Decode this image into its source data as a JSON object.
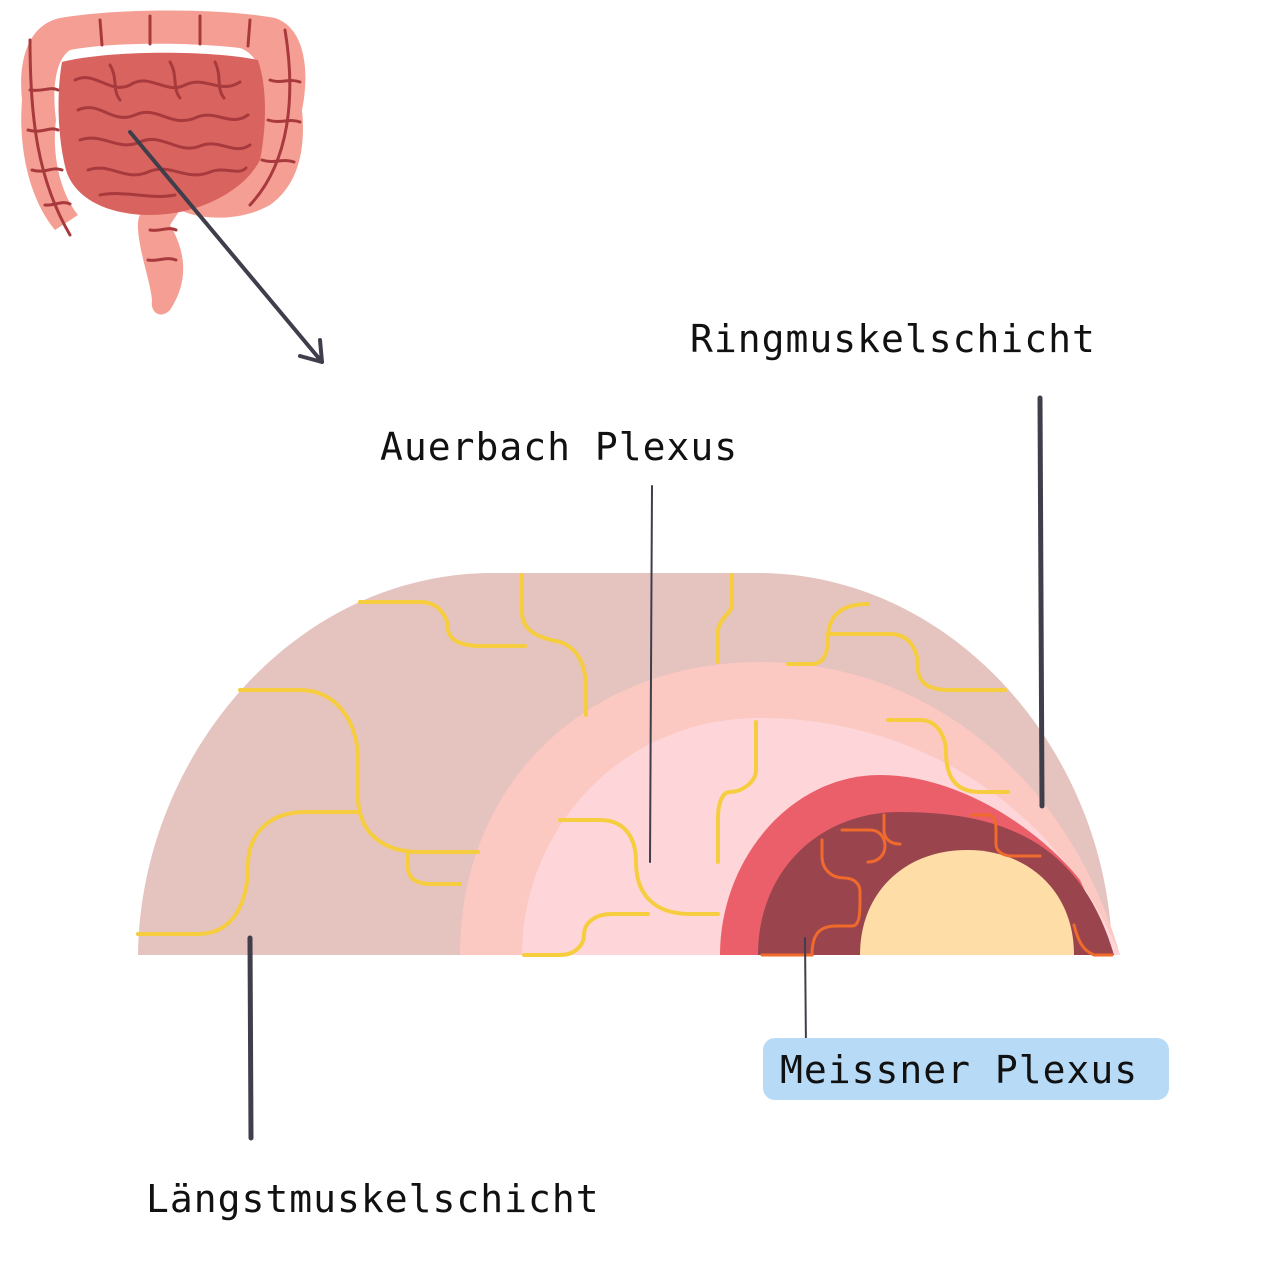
{
  "labels": {
    "ring": "Ringmuskelschicht",
    "auerbach": "Auerbach Plexus",
    "laengs": "Längstmuskelschicht",
    "meissner": "Meissner Plexus"
  },
  "colors": {
    "intestine_light": "#f59e93",
    "intestine_dark": "#d9645f",
    "intestine_line": "#a83a3d",
    "outer_layer": "#e5c3bf",
    "ring_band": "#fcc8c2",
    "inner_pink": "#fed6d9",
    "submucosa_red": "#ea5f6a",
    "mucosa_dark": "#9a454e",
    "lumen": "#fedda7",
    "nerve_yellow": "#f6cd3e",
    "nerve_orange": "#f06a2b",
    "leader": "#3f3e4a",
    "meissner_box": "#b7dbf7"
  }
}
